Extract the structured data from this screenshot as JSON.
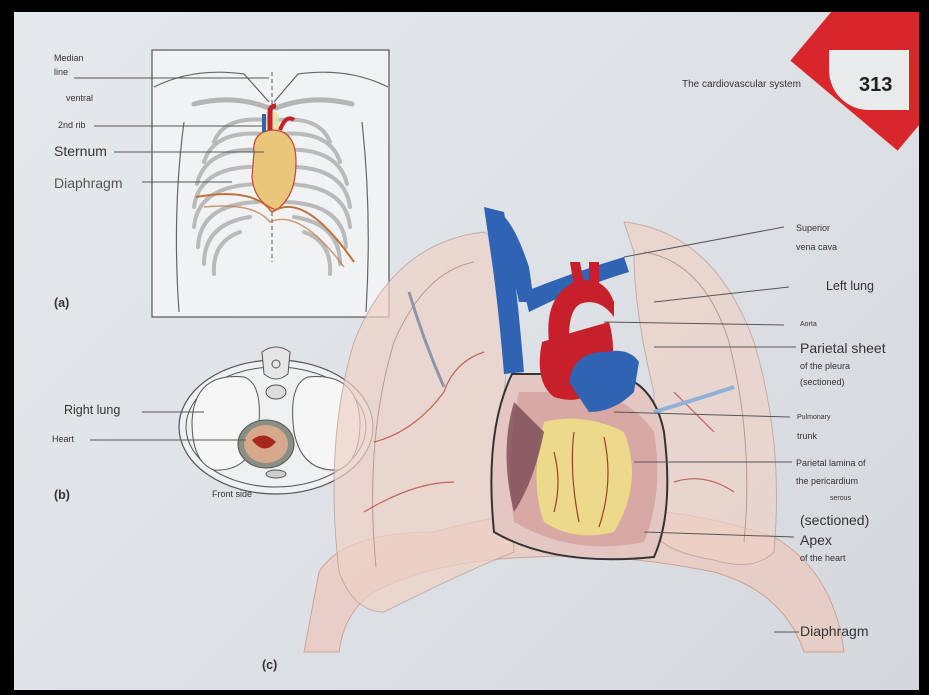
{
  "page": {
    "header": "The cardiovascular system",
    "number": "313"
  },
  "panel_a": {
    "tag": "(a)",
    "labels": {
      "median_line": "Median",
      "median_line_2": "line",
      "ventral": "ventral",
      "second_rib": "2nd rib",
      "sternum": "Sternum",
      "diaphragm": "Diaphragm"
    }
  },
  "panel_b": {
    "tag": "(b)",
    "labels": {
      "right_lung": "Right lung",
      "heart": "Heart",
      "front_side": "Front side"
    }
  },
  "panel_c": {
    "tag": "(c)",
    "labels": {
      "svc_1": "Superior",
      "svc_2": "vena cava",
      "left_lung": "Left lung",
      "aorta": "Aorta",
      "parietal_sheet_1": "Parietal sheet",
      "parietal_sheet_2": "of the pleura",
      "parietal_sheet_3": "(sectioned)",
      "pulmonary_1": "Pulmonary",
      "pulmonary_2": "trunk",
      "lamina_1": "Parietal lamina of",
      "lamina_2": "the pericardium",
      "lamina_3": "serous",
      "lamina_4": "(sectioned)",
      "apex_1": "Apex",
      "apex_2": "of the heart",
      "diaphragm": "Diaphragm"
    }
  },
  "colors": {
    "artery": "#c8202a",
    "vein": "#2f64b5",
    "heart_muscle": "#d9a9a0",
    "fat": "#ecd98a",
    "lung": "#ecc9bd",
    "page_corner": "#d9262b"
  }
}
